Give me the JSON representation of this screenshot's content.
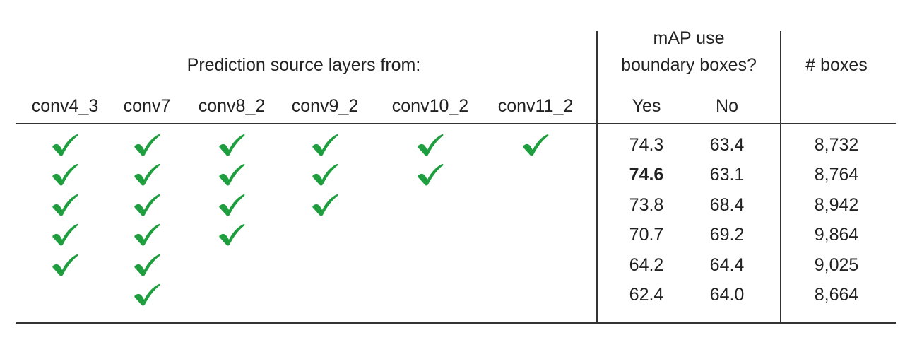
{
  "header": {
    "source_title": "Prediction source layers from:",
    "map_title_line1": "mAP use",
    "map_title_line2": "boundary boxes?",
    "boxes_title": "# boxes",
    "layers": [
      "conv4_3",
      "conv7",
      "conv8_2",
      "conv9_2",
      "conv10_2",
      "conv11_2"
    ],
    "map_yes": "Yes",
    "map_no": "No"
  },
  "colors": {
    "check": "#1e9e3e",
    "text": "#222222",
    "rule": "#333333"
  },
  "check_icon": "check-mark-icon",
  "rows": [
    {
      "checks": [
        true,
        true,
        true,
        true,
        true,
        true
      ],
      "yes": "74.3",
      "no": "63.4",
      "boxes": "8,732",
      "yes_bold": false
    },
    {
      "checks": [
        true,
        true,
        true,
        true,
        true,
        false
      ],
      "yes": "74.6",
      "no": "63.1",
      "boxes": "8,764",
      "yes_bold": true
    },
    {
      "checks": [
        true,
        true,
        true,
        true,
        false,
        false
      ],
      "yes": "73.8",
      "no": "68.4",
      "boxes": "8,942",
      "yes_bold": false
    },
    {
      "checks": [
        true,
        true,
        true,
        false,
        false,
        false
      ],
      "yes": "70.7",
      "no": "69.2",
      "boxes": "9,864",
      "yes_bold": false
    },
    {
      "checks": [
        true,
        true,
        false,
        false,
        false,
        false
      ],
      "yes": "64.2",
      "no": "64.4",
      "boxes": "9,025",
      "yes_bold": false
    },
    {
      "checks": [
        false,
        true,
        false,
        false,
        false,
        false
      ],
      "yes": "62.4",
      "no": "64.0",
      "boxes": "8,664",
      "yes_bold": false
    }
  ]
}
